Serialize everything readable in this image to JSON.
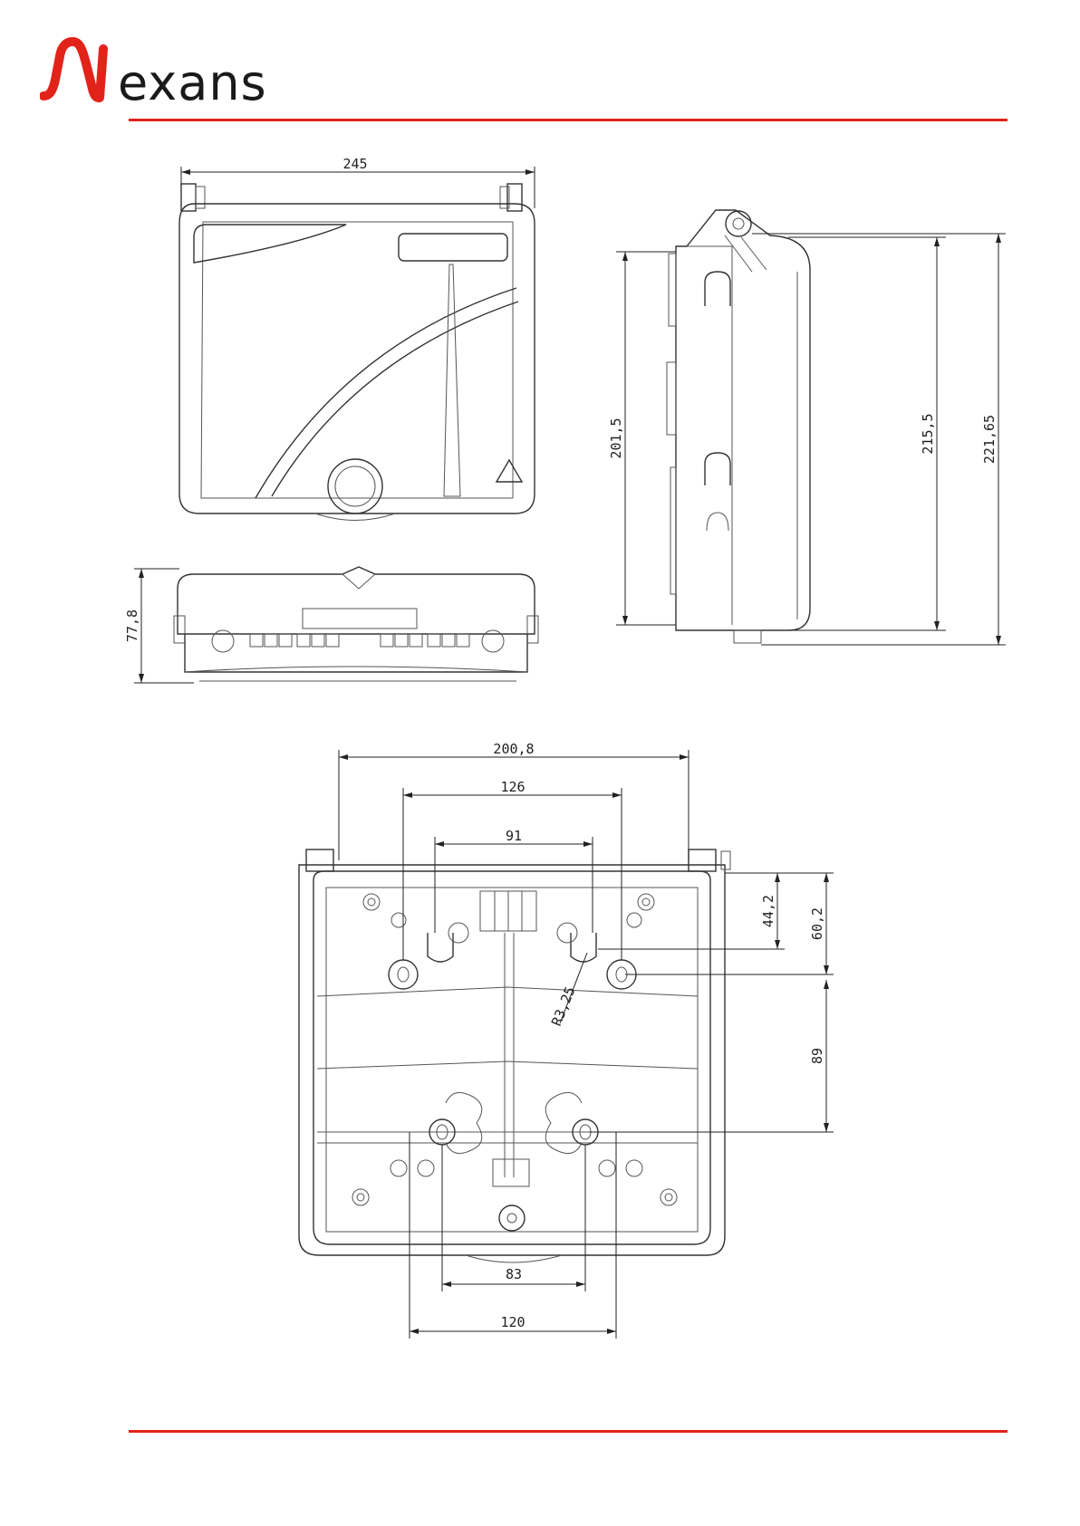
{
  "brand": {
    "word": "exans",
    "logo_red": "#e2231a",
    "rule_red": "#e2231a",
    "line_color": "#333333"
  },
  "dimensions": {
    "front_width": "245",
    "front_depth": "77,8",
    "side_height_left": "201,5",
    "side_height_mid": "215,5",
    "side_height_right": "221,65",
    "rear_width": "200,8",
    "rear_hole_span_outer": "126",
    "rear_hole_span_inner": "91",
    "rear_vertical_44": "44,2",
    "rear_vertical_60": "60,2",
    "rear_vertical_89": "89",
    "rear_radius": "R3,25",
    "rear_bottom_83": "83",
    "rear_bottom_120": "120"
  }
}
